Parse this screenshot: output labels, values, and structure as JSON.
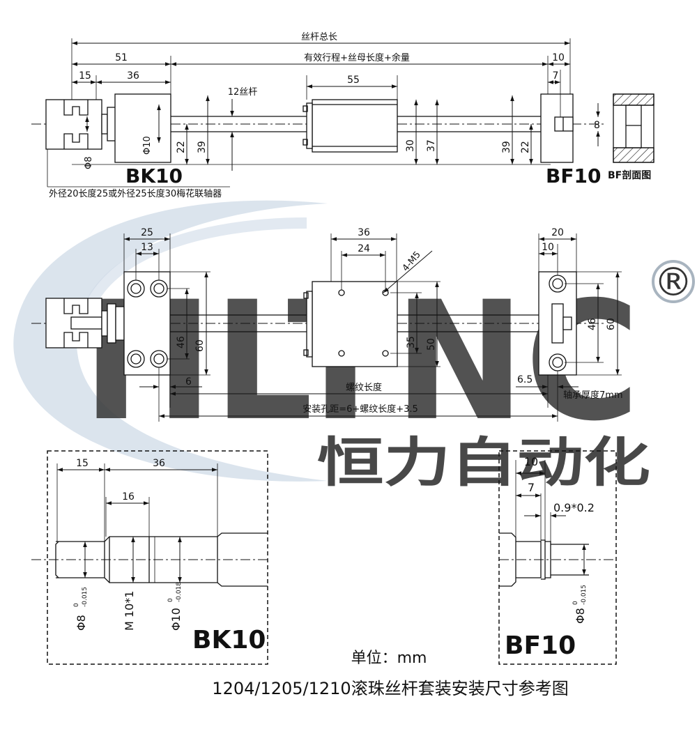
{
  "watermark": {
    "brand_letters": "HLTNC",
    "brand_cn": "恒力自动化",
    "registered": "®",
    "color_light": "#c7d4e3",
    "color_text": "#9aa7b5"
  },
  "top_view": {
    "dims": {
      "total": "丝杆总长",
      "d51": "51",
      "effective": "有效行程+丝母长度+余量",
      "d10": "10",
      "d15": "15",
      "d36": "36",
      "d7": "7",
      "d55": "55",
      "screw": "12丝杆",
      "phi8": "Φ8",
      "phi10": "Φ10",
      "d22a": "22",
      "d39a": "39",
      "d30": "30",
      "d37": "37",
      "d39b": "39",
      "d22b": "22",
      "d8": "8"
    },
    "bk_label": "BK10",
    "bf_label": "BF10",
    "bf_section": "BF剖面图",
    "coupling_note": "外径20长度25或外径25长度30梅花联轴器"
  },
  "mid_view": {
    "dims": {
      "d25": "25",
      "d13": "13",
      "d36": "36",
      "d24": "24",
      "m5": "4-M5",
      "d20": "20",
      "d10": "10",
      "d46a": "46",
      "d60a": "60",
      "d35": "35",
      "d50": "50",
      "d46b": "46",
      "d60b": "60",
      "d6": "6",
      "d65": "6.5",
      "thread_len": "螺纹长度",
      "bearing": "轴承厚度7mm",
      "hole_pitch": "安装孔距=6+螺纹长度+3.5"
    }
  },
  "bk_detail": {
    "dims": {
      "d15": "15",
      "d36": "36",
      "d16": "16",
      "phi8": "Φ8",
      "phi8_tol_up": "0",
      "phi8_tol_low": "-0.015",
      "m10": "M 10*1",
      "phi10": "Φ10",
      "phi10_tol_up": "0",
      "phi10_tol_low": "-0.018"
    },
    "label": "BK10"
  },
  "bf_detail": {
    "dims": {
      "d10": "10",
      "d7": "7",
      "groove": "0.9*0.2",
      "phi8": "Φ8",
      "phi8_tol_up": "0",
      "phi8_tol_low": "-0.015"
    },
    "label": "BF10"
  },
  "unit": "单位：mm",
  "caption": "1204/1205/1210滚珠丝杆套装安装尺寸参考图"
}
